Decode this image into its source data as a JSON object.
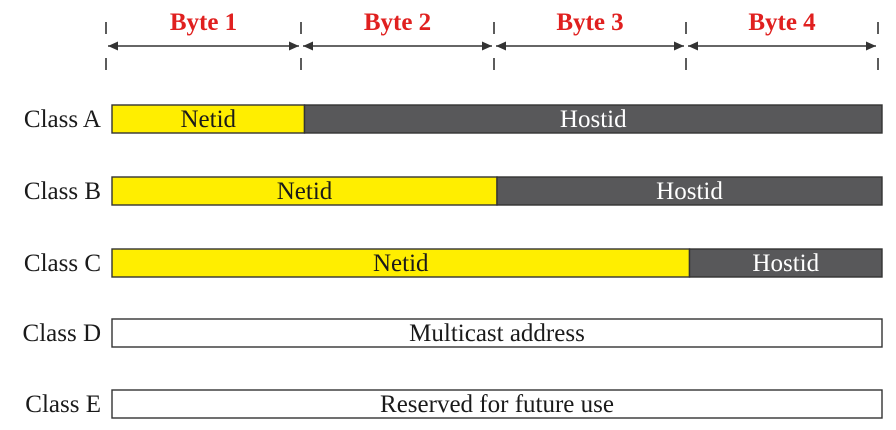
{
  "colors": {
    "byte_label": "#e0201f",
    "netid_fill": "#ffee00",
    "hostid_fill": "#58585a",
    "outline": "#333333",
    "netid_text": "#1a1a1a",
    "hostid_text": "#ffffff",
    "plain_fill": "#ffffff",
    "plain_text": "#1a1a1a"
  },
  "bytes": [
    "Byte 1",
    "Byte 2",
    "Byte 3",
    "Byte 4"
  ],
  "classes": [
    {
      "label": "Class A",
      "segments": [
        {
          "text": "Netid",
          "bytes": 1,
          "kind": "netid"
        },
        {
          "text": "Hostid",
          "bytes": 3,
          "kind": "hostid"
        }
      ]
    },
    {
      "label": "Class B",
      "segments": [
        {
          "text": "Netid",
          "bytes": 2,
          "kind": "netid"
        },
        {
          "text": "Hostid",
          "bytes": 2,
          "kind": "hostid"
        }
      ]
    },
    {
      "label": "Class C",
      "segments": [
        {
          "text": "Netid",
          "bytes": 3,
          "kind": "netid"
        },
        {
          "text": "Hostid",
          "bytes": 1,
          "kind": "hostid"
        }
      ]
    },
    {
      "label": "Class D",
      "segments": [
        {
          "text": "Multicast address",
          "bytes": 4,
          "kind": "plain"
        }
      ]
    },
    {
      "label": "Class E",
      "segments": [
        {
          "text": "Reserved for future use",
          "bytes": 4,
          "kind": "plain"
        }
      ]
    }
  ]
}
